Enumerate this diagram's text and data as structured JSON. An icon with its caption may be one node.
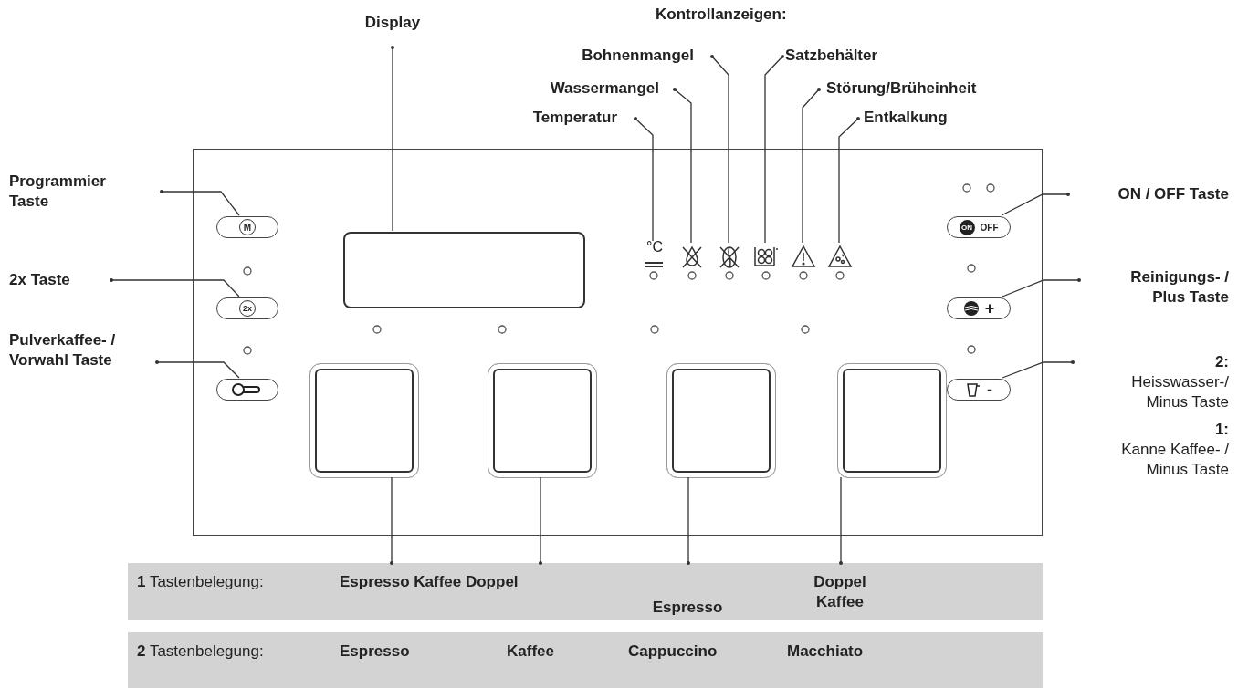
{
  "diagram": {
    "nodes": [
      {
        "text": [],
        "shape": "box"
      },
      {
        "text": [],
        "shape": "box",
        "in": 0
      },
      {
        "text": [
          "°C"
        ],
        "in": 0
      },
      {
        "text": [],
        "shape": "symbol",
        "in": 0
      },
      {
        "text": [],
        "shape": "symbol",
        "in": 0
      },
      {
        "text": [],
        "shape": "symbol",
        "in": 0
      },
      {
        "text": [],
        "shape": "symbol",
        "in": 0
      },
      {
        "text": [],
        "shape": "symbol",
        "in": 0
      },
      {
        "text": [
          "M"
        ],
        "in": 0
      },
      {
        "text": [
          "2x"
        ],
        "in": 0
      },
      {
        "text": [],
        "shape": "button",
        "in": 0
      },
      {
        "text": [
          "ON",
          "OFF"
        ],
        "in": 0
      },
      {
        "text": [
          "+"
        ],
        "in": 0
      },
      {
        "text": [
          "-"
        ],
        "in": 0
      },
      {
        "text": [],
        "shape": "button",
        "in": 0
      },
      {
        "text": [],
        "shape": "button",
        "in": 0
      },
      {
        "text": [],
        "shape": "button",
        "in": 0
      },
      {
        "text": [],
        "shape": "button",
        "in": 0
      },
      {
        "text": [
          "Display"
        ]
      },
      {
        "text": [
          "Temperatur"
        ]
      },
      {
        "text": [
          "Wassermangel"
        ]
      },
      {
        "text": [
          "Bohnenmangel"
        ]
      },
      {
        "text": [
          "Satzbehälter"
        ]
      },
      {
        "text": [
          "Störung/Brüheinheit"
        ]
      },
      {
        "text": [
          "Entkalkung"
        ]
      },
      {
        "text": [
          "Programmier Taste"
        ]
      },
      {
        "text": [
          "2x Taste"
        ]
      },
      {
        "text": [
          "Pulverkaffee- / Vorwahl Taste"
        ]
      },
      {
        "text": [
          "ON / OFF Taste"
        ]
      },
      {
        "text": [
          "Reinigungs- / Plus Taste"
        ]
      },
      {
        "text": [
          "2:",
          "Heisswasser-/ Minus Taste",
          "1:",
          "Kanne Kaffee- / Minus Taste"
        ]
      },
      {
        "text": [
          "**1** Tastenbelegung:",
          "Espresso Kaffee Doppel",
          "Espresso",
          "Doppel Kaffee"
        ]
      },
      {
        "text": [
          "**2** Tastenbelegung:",
          "Espresso",
          "Kaffee",
          "Cappuccino",
          "Macchiato"
        ]
      }
    ],
    "edges": [
      {
        "from": 18,
        "to": 1,
        "arrow": "other"
      },
      {
        "from": 19,
        "to": 2,
        "arrow": "other"
      },
      {
        "from": 20,
        "to": 3,
        "arrow": "other"
      },
      {
        "from": 21,
        "to": 4,
        "arrow": "other"
      },
      {
        "from": 22,
        "to": 5,
        "arrow": "other"
      },
      {
        "from": 23,
        "to": 6,
        "arrow": "other"
      },
      {
        "from": 24,
        "to": 7,
        "arrow": "other"
      },
      {
        "from": 25,
        "to": 8,
        "arrow": "other"
      },
      {
        "from": 26,
        "to": 9,
        "arrow": "other"
      },
      {
        "from": 27,
        "to": 10,
        "arrow": "other"
      },
      {
        "from": 28,
        "to": 11,
        "arrow": "other"
      },
      {
        "from": 29,
        "to": 12,
        "arrow": "other"
      },
      {
        "from": 30,
        "to": 13,
        "arrow": "other"
      },
      {
        "from": 31,
        "to": 14,
        "arrow": "other"
      },
      {
        "from": 31,
        "to": 15,
        "arrow": "other"
      },
      {
        "from": 31,
        "to": 16,
        "arrow": "other"
      },
      {
        "from": 31,
        "to": 17,
        "arrow": "other"
      }
    ],
    "labels": [
      "Kontrollanzeigen:"
    ]
  }
}
